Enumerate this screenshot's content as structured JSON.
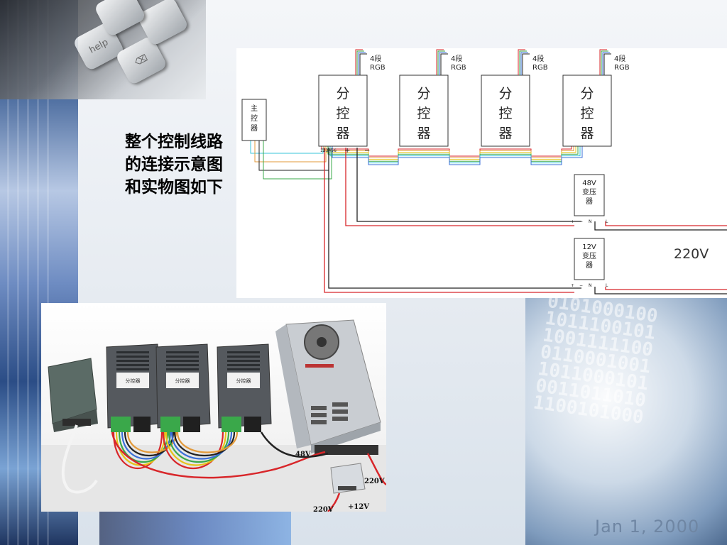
{
  "caption": "整个控制线路的连接示意图和实物图如下",
  "background": {
    "key_label_help": "help",
    "key_label_ctrl": "⌫",
    "binary": "0101000100\n1011100101\n1001111100\n0110001001\n1011000101\n0011011010\n1100101000",
    "date": "Jan 1, 2000"
  },
  "diagram": {
    "main_controller": "主控器",
    "sub_controller": "分控器",
    "sub_controllers": [
      "分控器",
      "分控器",
      "分控器",
      "分控器"
    ],
    "rgb_label_line1": "4段",
    "rgb_label_line2": "RGB",
    "terminal_numbers": "123456",
    "terminal_plus": "+",
    "terminal_minus": "−",
    "transformer_48": {
      "line1": "48V",
      "line2": "变压",
      "line3": "器"
    },
    "transformer_12": {
      "line1": "12V",
      "line2": "变压",
      "line3": "器"
    },
    "tr_terminals": {
      "plus": "+",
      "minus": "−",
      "n": "N",
      "l": "L"
    },
    "mains_voltage": "220V"
  },
  "photo": {
    "label_48v": "48V",
    "label_220v_a": "220V",
    "label_220v_b": "220V",
    "label_12v": "+12V",
    "device_text": "分控器"
  },
  "colors": {
    "wire_red": "#d8262a",
    "wire_green": "#3aa84a",
    "wire_blue": "#3a6fd8",
    "wire_yellow": "#e6c319",
    "wire_black": "#222222",
    "wire_cyan": "#38c4d8",
    "wire_orange": "#e39a3a"
  }
}
